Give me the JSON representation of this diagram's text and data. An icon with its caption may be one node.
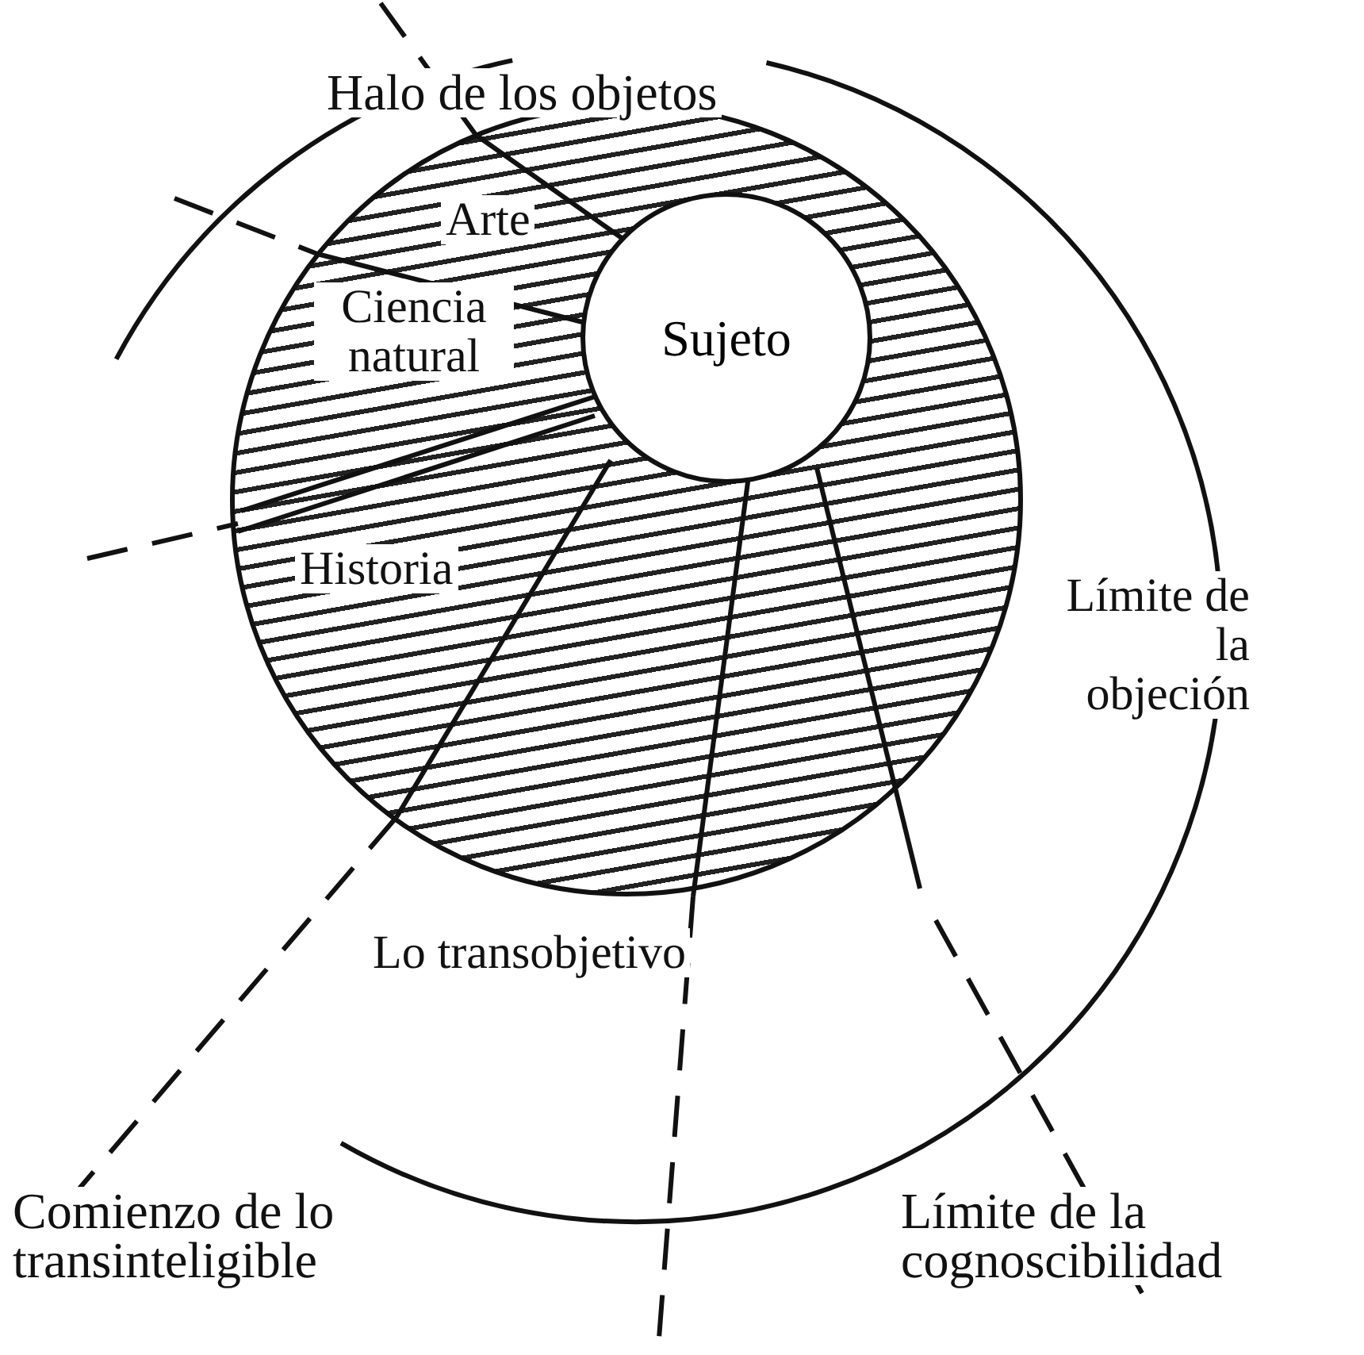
{
  "diagram": {
    "nodes": [
      {
        "text": [
          "Halo de los objetos"
        ]
      },
      {
        "text": [
          "Sujeto"
        ],
        "in": 0
      },
      {
        "text": [
          "Arte"
        ],
        "in": 0
      },
      {
        "text": [
          "Ciencia natural"
        ],
        "in": 0
      },
      {
        "text": [
          "Historia"
        ],
        "in": 0
      }
    ],
    "labels": [
      "Límite de la objeción",
      "Lo transobjetivo",
      "Comienzo de lo transinteligible",
      "Límite de la cognoscibilidad"
    ]
  }
}
